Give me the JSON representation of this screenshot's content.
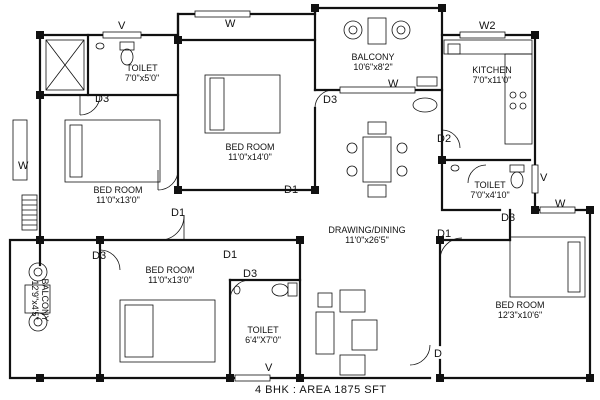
{
  "rooms": {
    "toilet_top": {
      "name": "TOILET",
      "size": "7'0\"x5'0\""
    },
    "bedroom_top": {
      "name": "BED ROOM",
      "size": "11'0\"x14'0\""
    },
    "balcony_top": {
      "name": "BALCONY",
      "size": "10'6\"x8'2\""
    },
    "kitchen": {
      "name": "KITCHEN",
      "size": "7'0\"x11'0\""
    },
    "bedroom_left": {
      "name": "BED ROOM",
      "size": "11'0\"x13'0\""
    },
    "toilet_right": {
      "name": "TOILET",
      "size": "7'0\"x4'10\""
    },
    "drawing_dining": {
      "name": "DRAWING/DINING",
      "size": "11'0\"x26'5\""
    },
    "bedroom_bottom_left": {
      "name": "BED ROOM",
      "size": "11'0\"x13'0\""
    },
    "balcony_left": {
      "name": "BALCONY",
      "size": "12'9\"x4'5\""
    },
    "toilet_bottom": {
      "name": "TOILET",
      "size": "6'4\"X7'0\""
    },
    "bedroom_right": {
      "name": "BED ROOM",
      "size": "12'3\"x10'6\""
    }
  },
  "marks": {
    "v_top": "V",
    "w_top": "W",
    "w2": "W2",
    "d3_a": "D3",
    "d3_b": "D3",
    "d3_c": "D3",
    "d3_d": "D3",
    "d3_e": "D3",
    "d2": "D2",
    "d1_a": "D1",
    "d1_b": "D1",
    "d1_c": "D1",
    "d1_d": "D1",
    "w_left": "W",
    "w_right": "W",
    "v_right": "V",
    "v_bottom": "V",
    "d_bottom": "D",
    "w_balcony": "W"
  },
  "caption": "4 BHK : AREA 1875 SFT"
}
